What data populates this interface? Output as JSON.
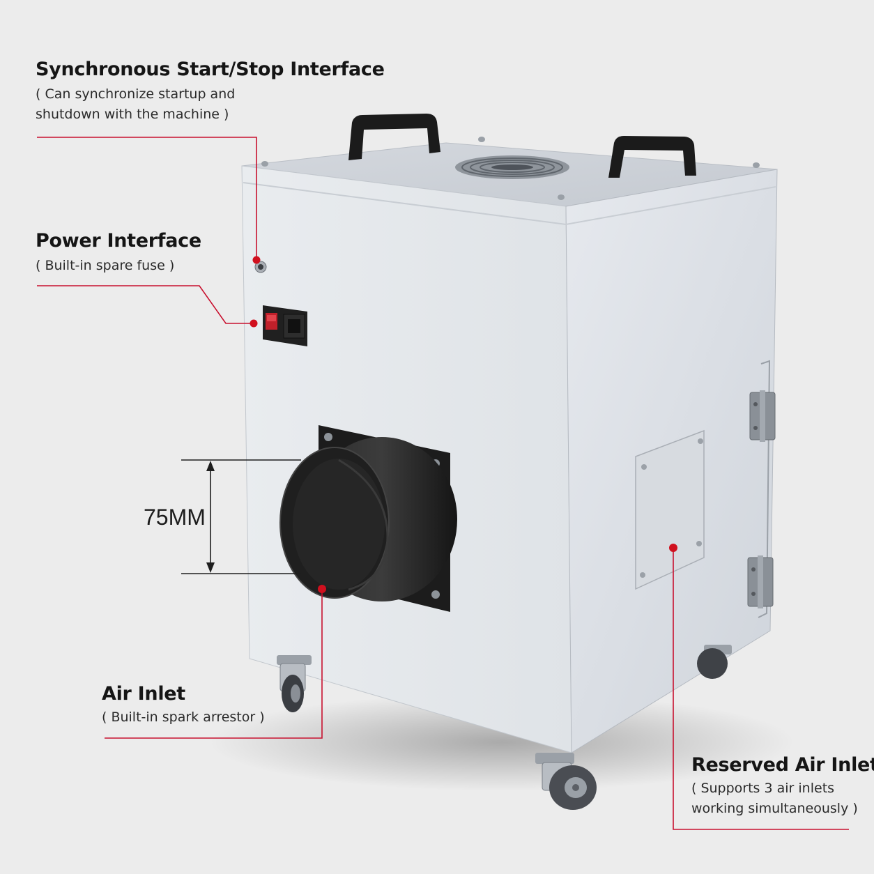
{
  "callouts": {
    "sync": {
      "title": "Synchronous Start/Stop Interface",
      "sub_line1": "( Can synchronize startup and",
      "sub_line2": "shutdown with the machine )"
    },
    "power": {
      "title": "Power Interface",
      "sub_line1": "( Built-in spare fuse )"
    },
    "air_inlet": {
      "title": "Air Inlet",
      "sub_line1": "( Built-in spark arrestor )"
    },
    "reserved": {
      "title": "Reserved Air Inlet",
      "sub_line1": "( Supports 3 air inlets",
      "sub_line2": "working simultaneously )"
    }
  },
  "dimension": {
    "label": "75MM"
  },
  "colors": {
    "background": "#ececec",
    "leader_line": "#c8102e",
    "cabinet": "#dde1e6",
    "accent_black": "#1e1e1e"
  }
}
